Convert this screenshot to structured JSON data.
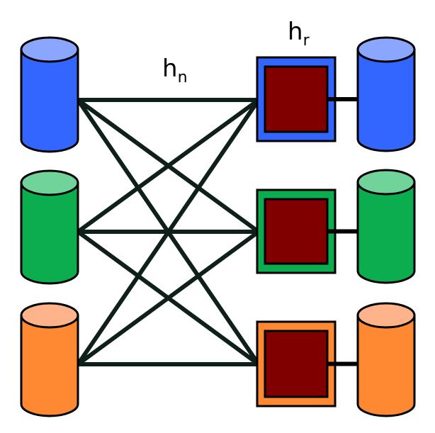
{
  "labels": {
    "link_main": "h",
    "link_sub": "n",
    "relay_main": "h",
    "relay_sub": "r"
  },
  "colors": {
    "line": "#0f1f1a",
    "outline": "#000000",
    "inner_box": "#800000"
  },
  "groups": [
    {
      "name": "blue",
      "body": "#3366ff",
      "top": "#8aa6ff"
    },
    {
      "name": "green",
      "body": "#0bad4f",
      "top": "#6fd39a"
    },
    {
      "name": "orange",
      "body": "#ff8833",
      "top": "#ffb38a"
    }
  ]
}
